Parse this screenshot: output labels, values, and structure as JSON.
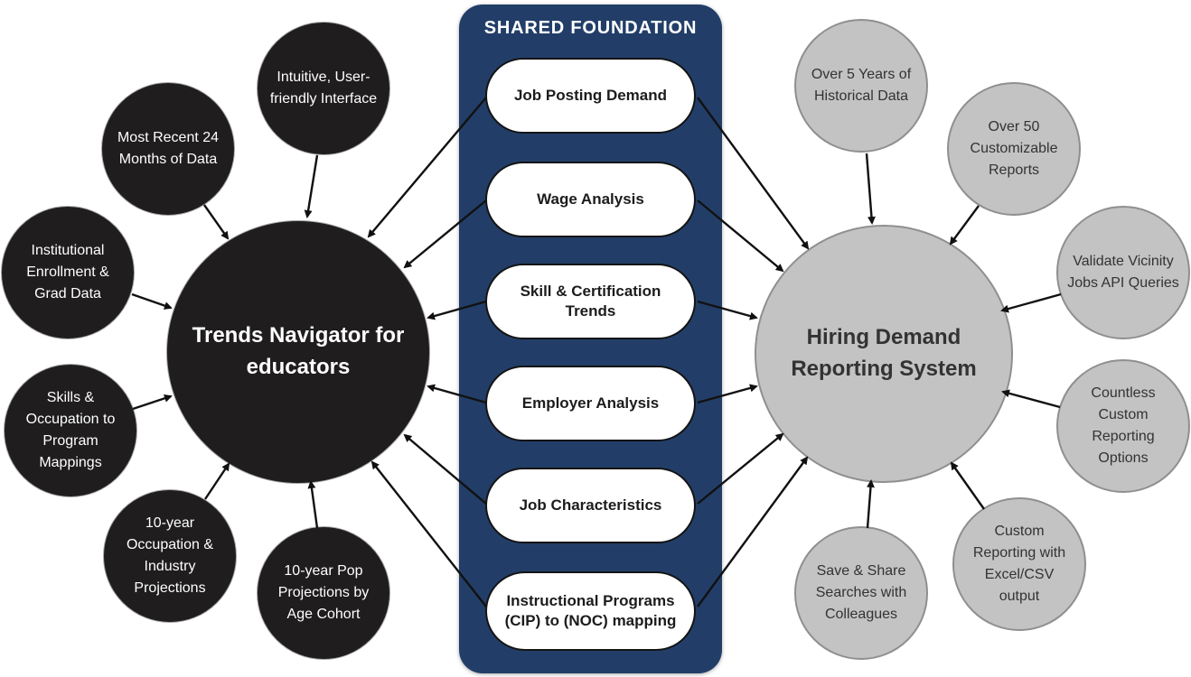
{
  "diagram": {
    "foundation": {
      "title": "SHARED FOUNDATION",
      "items": [
        {
          "label": "Job Posting Demand"
        },
        {
          "label": "Wage Analysis"
        },
        {
          "label": "Skill & Certification Trends"
        },
        {
          "label": "Employer Analysis"
        },
        {
          "label": "Job Characteristics"
        },
        {
          "label": "Instructional Programs (CIP) to (NOC) mapping"
        }
      ]
    },
    "left_system": {
      "label": "Trends Navigator for educators",
      "satellites": [
        {
          "label": "Intuitive, User-friendly Interface"
        },
        {
          "label": "Most Recent 24 Months of Data"
        },
        {
          "label": "Institutional Enrollment & Grad Data"
        },
        {
          "label": "Skills & Occupation to Program Mappings"
        },
        {
          "label": "10-year Occupation & Industry Projections"
        },
        {
          "label": "10-year Pop Projections by Age Cohort"
        }
      ]
    },
    "right_system": {
      "label": "Hiring Demand Reporting System",
      "satellites": [
        {
          "label": "Over 5 Years of Historical Data"
        },
        {
          "label": "Over 50 Customizable Reports"
        },
        {
          "label": "Validate Vicinity Jobs API Queries"
        },
        {
          "label": "Countless Custom Reporting Options"
        },
        {
          "label": "Custom Reporting with Excel/CSV output"
        },
        {
          "label": "Save & Share Searches with Colleagues"
        }
      ]
    },
    "colors": {
      "panel_navy": "#223e68",
      "dark_node": "#1f1d1d",
      "gray_node_fill": "#c3c3c3",
      "gray_node_border": "#8f8f8f",
      "pill_fill": "#ffffff",
      "pill_border": "#141414",
      "arrow": "#111111",
      "text_on_dark": "#ffffff",
      "text_on_gray": "#333333"
    }
  }
}
